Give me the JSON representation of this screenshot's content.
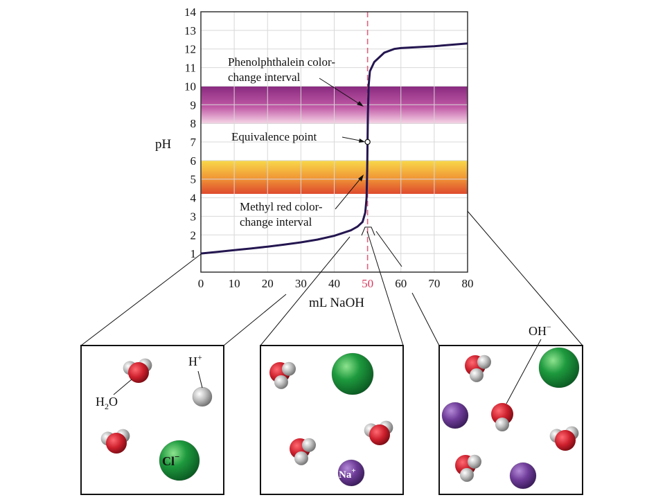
{
  "chart_data": {
    "type": "line",
    "x_ticks": [
      0,
      10,
      20,
      30,
      40,
      50,
      60,
      70,
      80
    ],
    "y_ticks": [
      1,
      2,
      3,
      4,
      5,
      6,
      7,
      8,
      9,
      10,
      11,
      12,
      13,
      14
    ],
    "xlabel": "mL NaOH",
    "ylabel": "pH",
    "xlim": [
      0,
      80
    ],
    "ylim": [
      0,
      14
    ],
    "grid": true,
    "equivalence_x": 50,
    "series": [
      {
        "color": "#241650",
        "points": [
          [
            0,
            1.0
          ],
          [
            5,
            1.09
          ],
          [
            10,
            1.18
          ],
          [
            15,
            1.27
          ],
          [
            20,
            1.37
          ],
          [
            25,
            1.48
          ],
          [
            30,
            1.6
          ],
          [
            35,
            1.75
          ],
          [
            40,
            1.95
          ],
          [
            45,
            2.25
          ],
          [
            47,
            2.45
          ],
          [
            48.5,
            2.7
          ],
          [
            49.3,
            3.2
          ],
          [
            49.7,
            4.0
          ],
          [
            49.9,
            5.5
          ],
          [
            50,
            7.0
          ],
          [
            50.1,
            8.5
          ],
          [
            50.3,
            10.0
          ],
          [
            50.7,
            10.8
          ],
          [
            52,
            11.3
          ],
          [
            55,
            11.8
          ],
          [
            58,
            12.0
          ],
          [
            60,
            12.05
          ],
          [
            70,
            12.15
          ],
          [
            80,
            12.3
          ]
        ]
      }
    ],
    "bands": [
      {
        "name": "phenolphthalein",
        "ymin": 8.0,
        "ymax": 10.0,
        "color_top": "#8a2a80",
        "color_bottom": "#f7d0e2"
      },
      {
        "name": "methyl-red",
        "ymin": 4.2,
        "ymax": 6.0,
        "color_top": "#f6d040",
        "color_bottom": "#df4a2e"
      }
    ],
    "annotations": [
      {
        "line1": "Phenolphthalein color-",
        "line2": "change interval"
      },
      {
        "line1": "Equivalence point"
      },
      {
        "line1": "Methyl red color-",
        "line2": "change interval"
      }
    ],
    "highlight_x_tick": "50",
    "colors": {
      "equivalence_line": "#e0607a",
      "highlight_tick": "#d63a5c",
      "curve": "#241650"
    }
  },
  "panels": {
    "left": {
      "water_label": "H",
      "water_sub": "2",
      "water_end": "O",
      "proton_label": "H",
      "proton_sup": "+",
      "chloride_label": "Cl",
      "chloride_sup": "−"
    },
    "middle": {
      "sodium_label": "Na",
      "sodium_sup": "+"
    },
    "right": {
      "hydroxide_label": "OH",
      "hydroxide_sup": "−"
    }
  },
  "colors": {
    "oxygen": "#cc1f2c",
    "hydrogen": "#bdbdbd",
    "chloride": "#1e9a3e",
    "sodium": "#6e3c98"
  }
}
